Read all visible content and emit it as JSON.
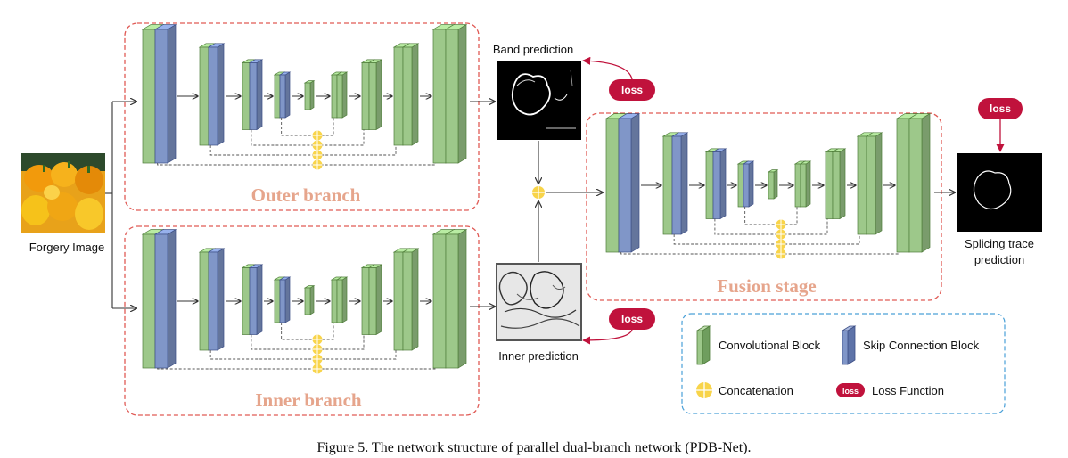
{
  "colors": {
    "conv_block": "#9dc88a",
    "conv_block_edge": "#4f7d3a",
    "skip_block": "#8096c8",
    "skip_block_edge": "#3d4f86",
    "branch_border": "#e05a55",
    "branch_title": "#e6a58c",
    "legend_border": "#4aa0d8",
    "loss_fill": "#c0123c",
    "concat_fill": "#f8d44a",
    "arrow": "#333333"
  },
  "input": {
    "label": "Forgery Image",
    "icon": "forgery-photo-peppers"
  },
  "outer_branch": {
    "title": "Outer branch",
    "output_label": "Band prediction"
  },
  "inner_branch": {
    "title": "Inner branch",
    "output_label": "Inner prediction"
  },
  "fusion": {
    "title": "Fusion stage",
    "output_label_line1": "Splicing trace",
    "output_label_line2": "prediction"
  },
  "loss_badges": [
    "loss",
    "loss",
    "loss"
  ],
  "legend": {
    "conv_label": "Convolutional Block",
    "skip_label": "Skip Connection Block",
    "concat_label": "Concatenation",
    "loss_badge": "loss",
    "loss_label": "Loss Function"
  },
  "caption": "Figure 5. The network structure of parallel dual-branch network (PDB-Net)."
}
